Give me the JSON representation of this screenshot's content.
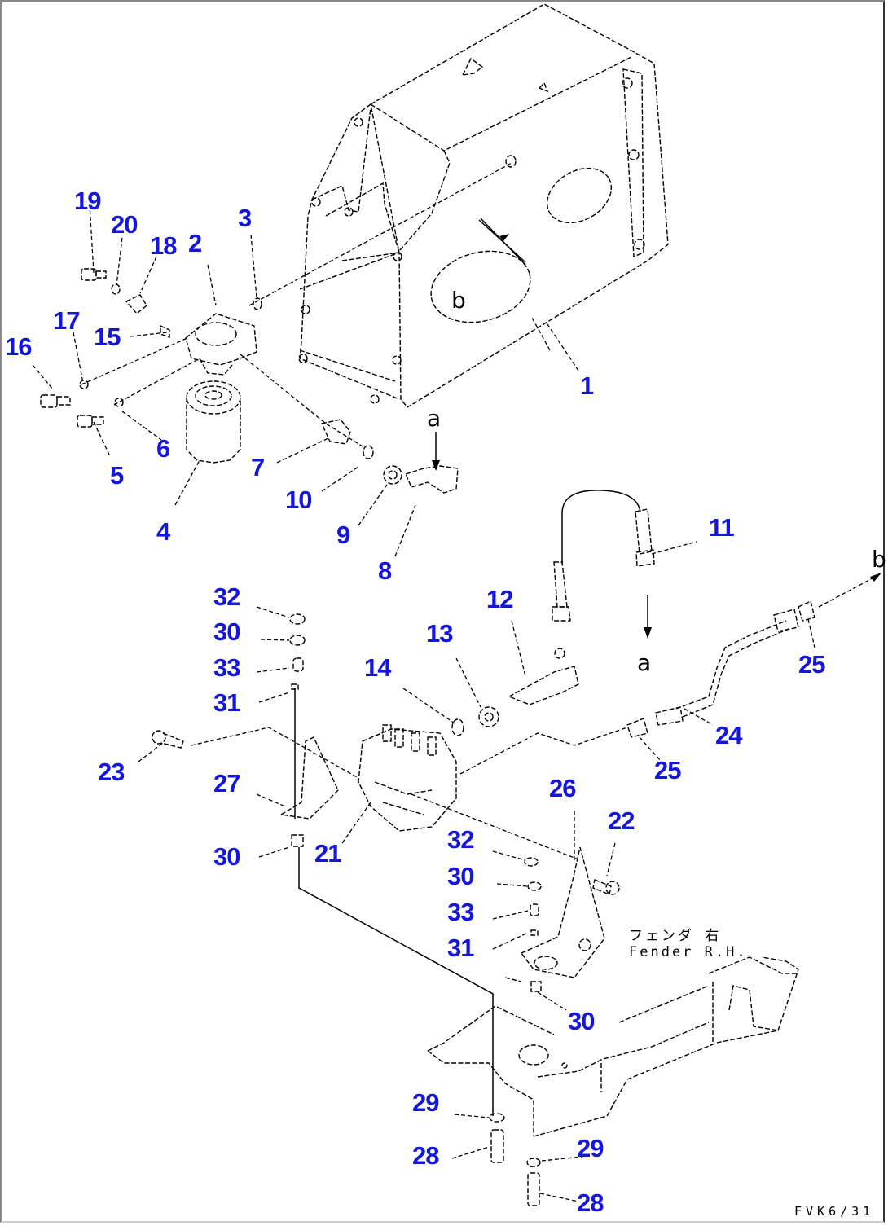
{
  "diagram": {
    "title_code": "FVK6/31",
    "note": {
      "jp": "フェンダ 右",
      "en": "Fender R.H."
    },
    "reference_marks": {
      "a": "a",
      "b": "b"
    },
    "callouts": [
      {
        "id": "c1",
        "label": "1"
      },
      {
        "id": "c2",
        "label": "2"
      },
      {
        "id": "c3",
        "label": "3"
      },
      {
        "id": "c4",
        "label": "4"
      },
      {
        "id": "c5",
        "label": "5"
      },
      {
        "id": "c6",
        "label": "6"
      },
      {
        "id": "c7",
        "label": "7"
      },
      {
        "id": "c8",
        "label": "8"
      },
      {
        "id": "c9",
        "label": "9"
      },
      {
        "id": "c10",
        "label": "10"
      },
      {
        "id": "c11",
        "label": "11"
      },
      {
        "id": "c12",
        "label": "12"
      },
      {
        "id": "c13",
        "label": "13"
      },
      {
        "id": "c14",
        "label": "14"
      },
      {
        "id": "c15",
        "label": "15"
      },
      {
        "id": "c16",
        "label": "16"
      },
      {
        "id": "c17",
        "label": "17"
      },
      {
        "id": "c18",
        "label": "18"
      },
      {
        "id": "c19",
        "label": "19"
      },
      {
        "id": "c20",
        "label": "20"
      },
      {
        "id": "c21",
        "label": "21"
      },
      {
        "id": "c22",
        "label": "22"
      },
      {
        "id": "c23",
        "label": "23"
      },
      {
        "id": "c24",
        "label": "24"
      },
      {
        "id": "c25a",
        "label": "25"
      },
      {
        "id": "c25b",
        "label": "25"
      },
      {
        "id": "c26",
        "label": "26"
      },
      {
        "id": "c27",
        "label": "27"
      },
      {
        "id": "c28a",
        "label": "28"
      },
      {
        "id": "c28b",
        "label": "28"
      },
      {
        "id": "c29a",
        "label": "29"
      },
      {
        "id": "c29b",
        "label": "29"
      },
      {
        "id": "c30a",
        "label": "30"
      },
      {
        "id": "c30b",
        "label": "30"
      },
      {
        "id": "c30c",
        "label": "30"
      },
      {
        "id": "c30d",
        "label": "30"
      },
      {
        "id": "c31a",
        "label": "31"
      },
      {
        "id": "c31b",
        "label": "31"
      },
      {
        "id": "c32a",
        "label": "32"
      },
      {
        "id": "c32b",
        "label": "32"
      },
      {
        "id": "c33a",
        "label": "33"
      },
      {
        "id": "c33b",
        "label": "33"
      }
    ],
    "colors": {
      "callout": "#1515e0",
      "line": "#000000",
      "frame": "#888888"
    }
  }
}
